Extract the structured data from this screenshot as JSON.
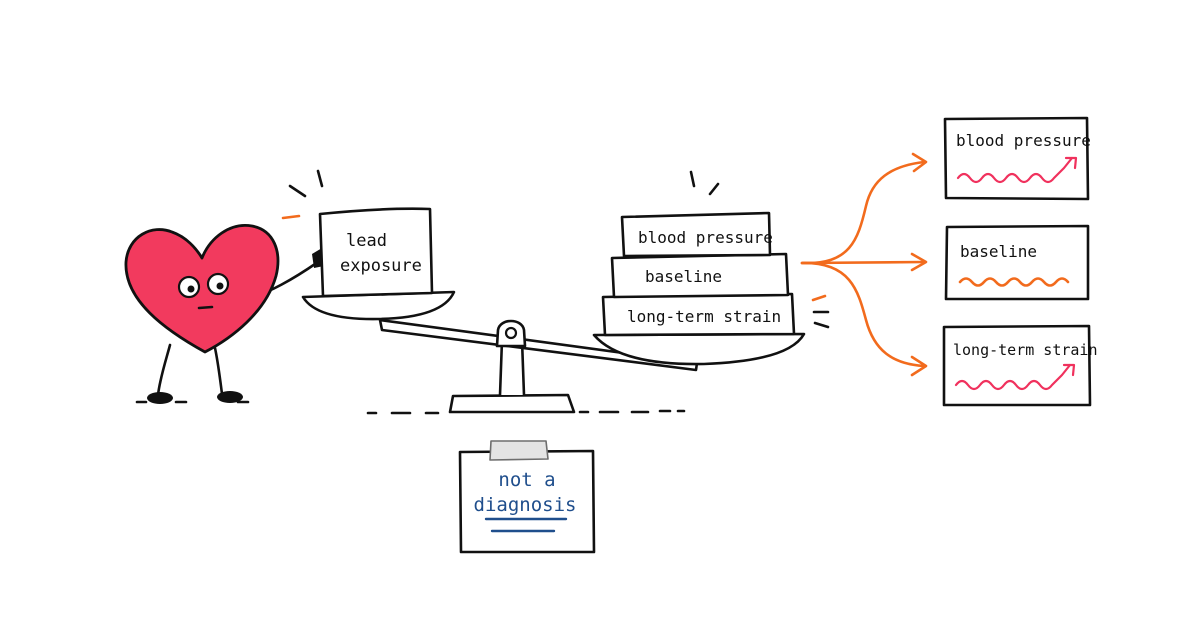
{
  "scale": {
    "left_block": {
      "line1": "lead",
      "line2": "exposure"
    },
    "right_stack": [
      "blood pressure",
      "baseline",
      "long-term strain"
    ]
  },
  "outputs": [
    {
      "label": "blood pressure",
      "trend": "rising"
    },
    {
      "label": "baseline",
      "trend": "flat"
    },
    {
      "label": "long-term strain",
      "trend": "rising"
    }
  ],
  "note": {
    "line1": "not a",
    "line2": "diagnosis"
  },
  "colors": {
    "heart": "#f23a5e",
    "arrows": "#f26b1d",
    "trend_rising": "#f0315d",
    "trend_flat": "#f26b1d",
    "note_text": "#1f4e8c",
    "ink": "#111111"
  },
  "icons": [
    "heart-character",
    "balance-scale",
    "branch-arrows",
    "tape"
  ]
}
